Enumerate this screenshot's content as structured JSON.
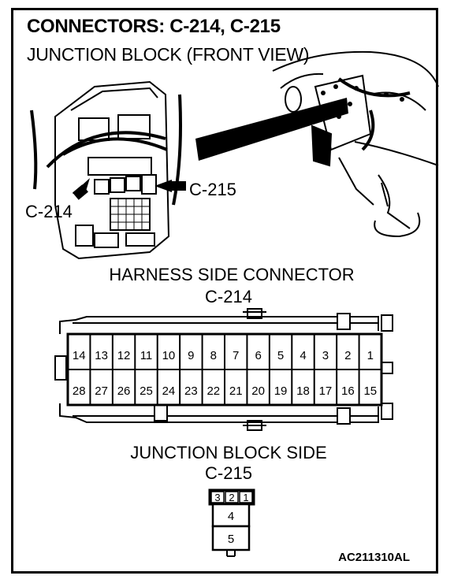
{
  "header": {
    "title": "CONNECTORS: C-214, C-215",
    "subtitle": "JUNCTION BLOCK (FRONT VIEW)"
  },
  "photo": {
    "left_label": "C-214",
    "right_label": "C-215"
  },
  "harness": {
    "heading": "HARNESS SIDE CONNECTOR",
    "connector": "C-214",
    "top_row": [
      "14",
      "13",
      "12",
      "11",
      "10",
      "9",
      "8",
      "7",
      "6",
      "5",
      "4",
      "3",
      "2",
      "1"
    ],
    "bottom_row": [
      "28",
      "27",
      "26",
      "25",
      "24",
      "23",
      "22",
      "21",
      "20",
      "19",
      "18",
      "17",
      "16",
      "15"
    ]
  },
  "junction": {
    "heading": "JUNCTION BLOCK SIDE",
    "connector": "C-215",
    "top_row": [
      "3",
      "2",
      "1"
    ],
    "pin_4": "4",
    "pin_5": "5"
  },
  "footer": {
    "code": "AC211310AL"
  }
}
